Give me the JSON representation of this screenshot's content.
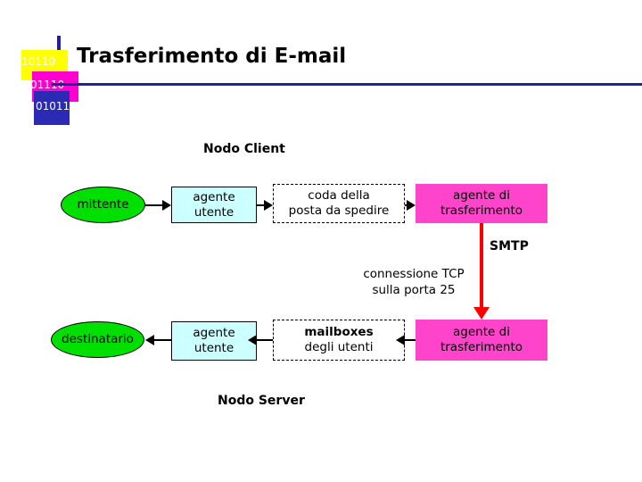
{
  "header": {
    "title": "Trasferimento di E-mail",
    "logo": {
      "line1": "10110",
      "line2": "01110",
      "line3": "01011"
    }
  },
  "diagram": {
    "client_caption": "Nodo Client",
    "server_caption": "Nodo Server",
    "smtp_label": "SMTP",
    "connection_note_line1": "connessione TCP",
    "connection_note_line2": "sulla porta 25",
    "client_row": {
      "sender": "mittente",
      "user_agent_line1": "agente",
      "user_agent_line2": "utente",
      "queue_line1": "coda della",
      "queue_line2": "posta da spedire",
      "transfer_agent_line1": "agente di",
      "transfer_agent_line2": "trasferimento"
    },
    "server_row": {
      "recipient": "destinatario",
      "user_agent_line1": "agente",
      "user_agent_line2": "utente",
      "mailboxes_line1": "mailboxes",
      "mailboxes_line2": "degli utenti",
      "transfer_agent_line1": "agente di",
      "transfer_agent_line2": "trasferimento"
    }
  },
  "colors": {
    "cyan_box": "#ccffff",
    "magenta_box": "#ff44cc",
    "green_ellipse": "#00e000",
    "red_arrow": "#ff0000",
    "rule_blue": "#20209a"
  }
}
